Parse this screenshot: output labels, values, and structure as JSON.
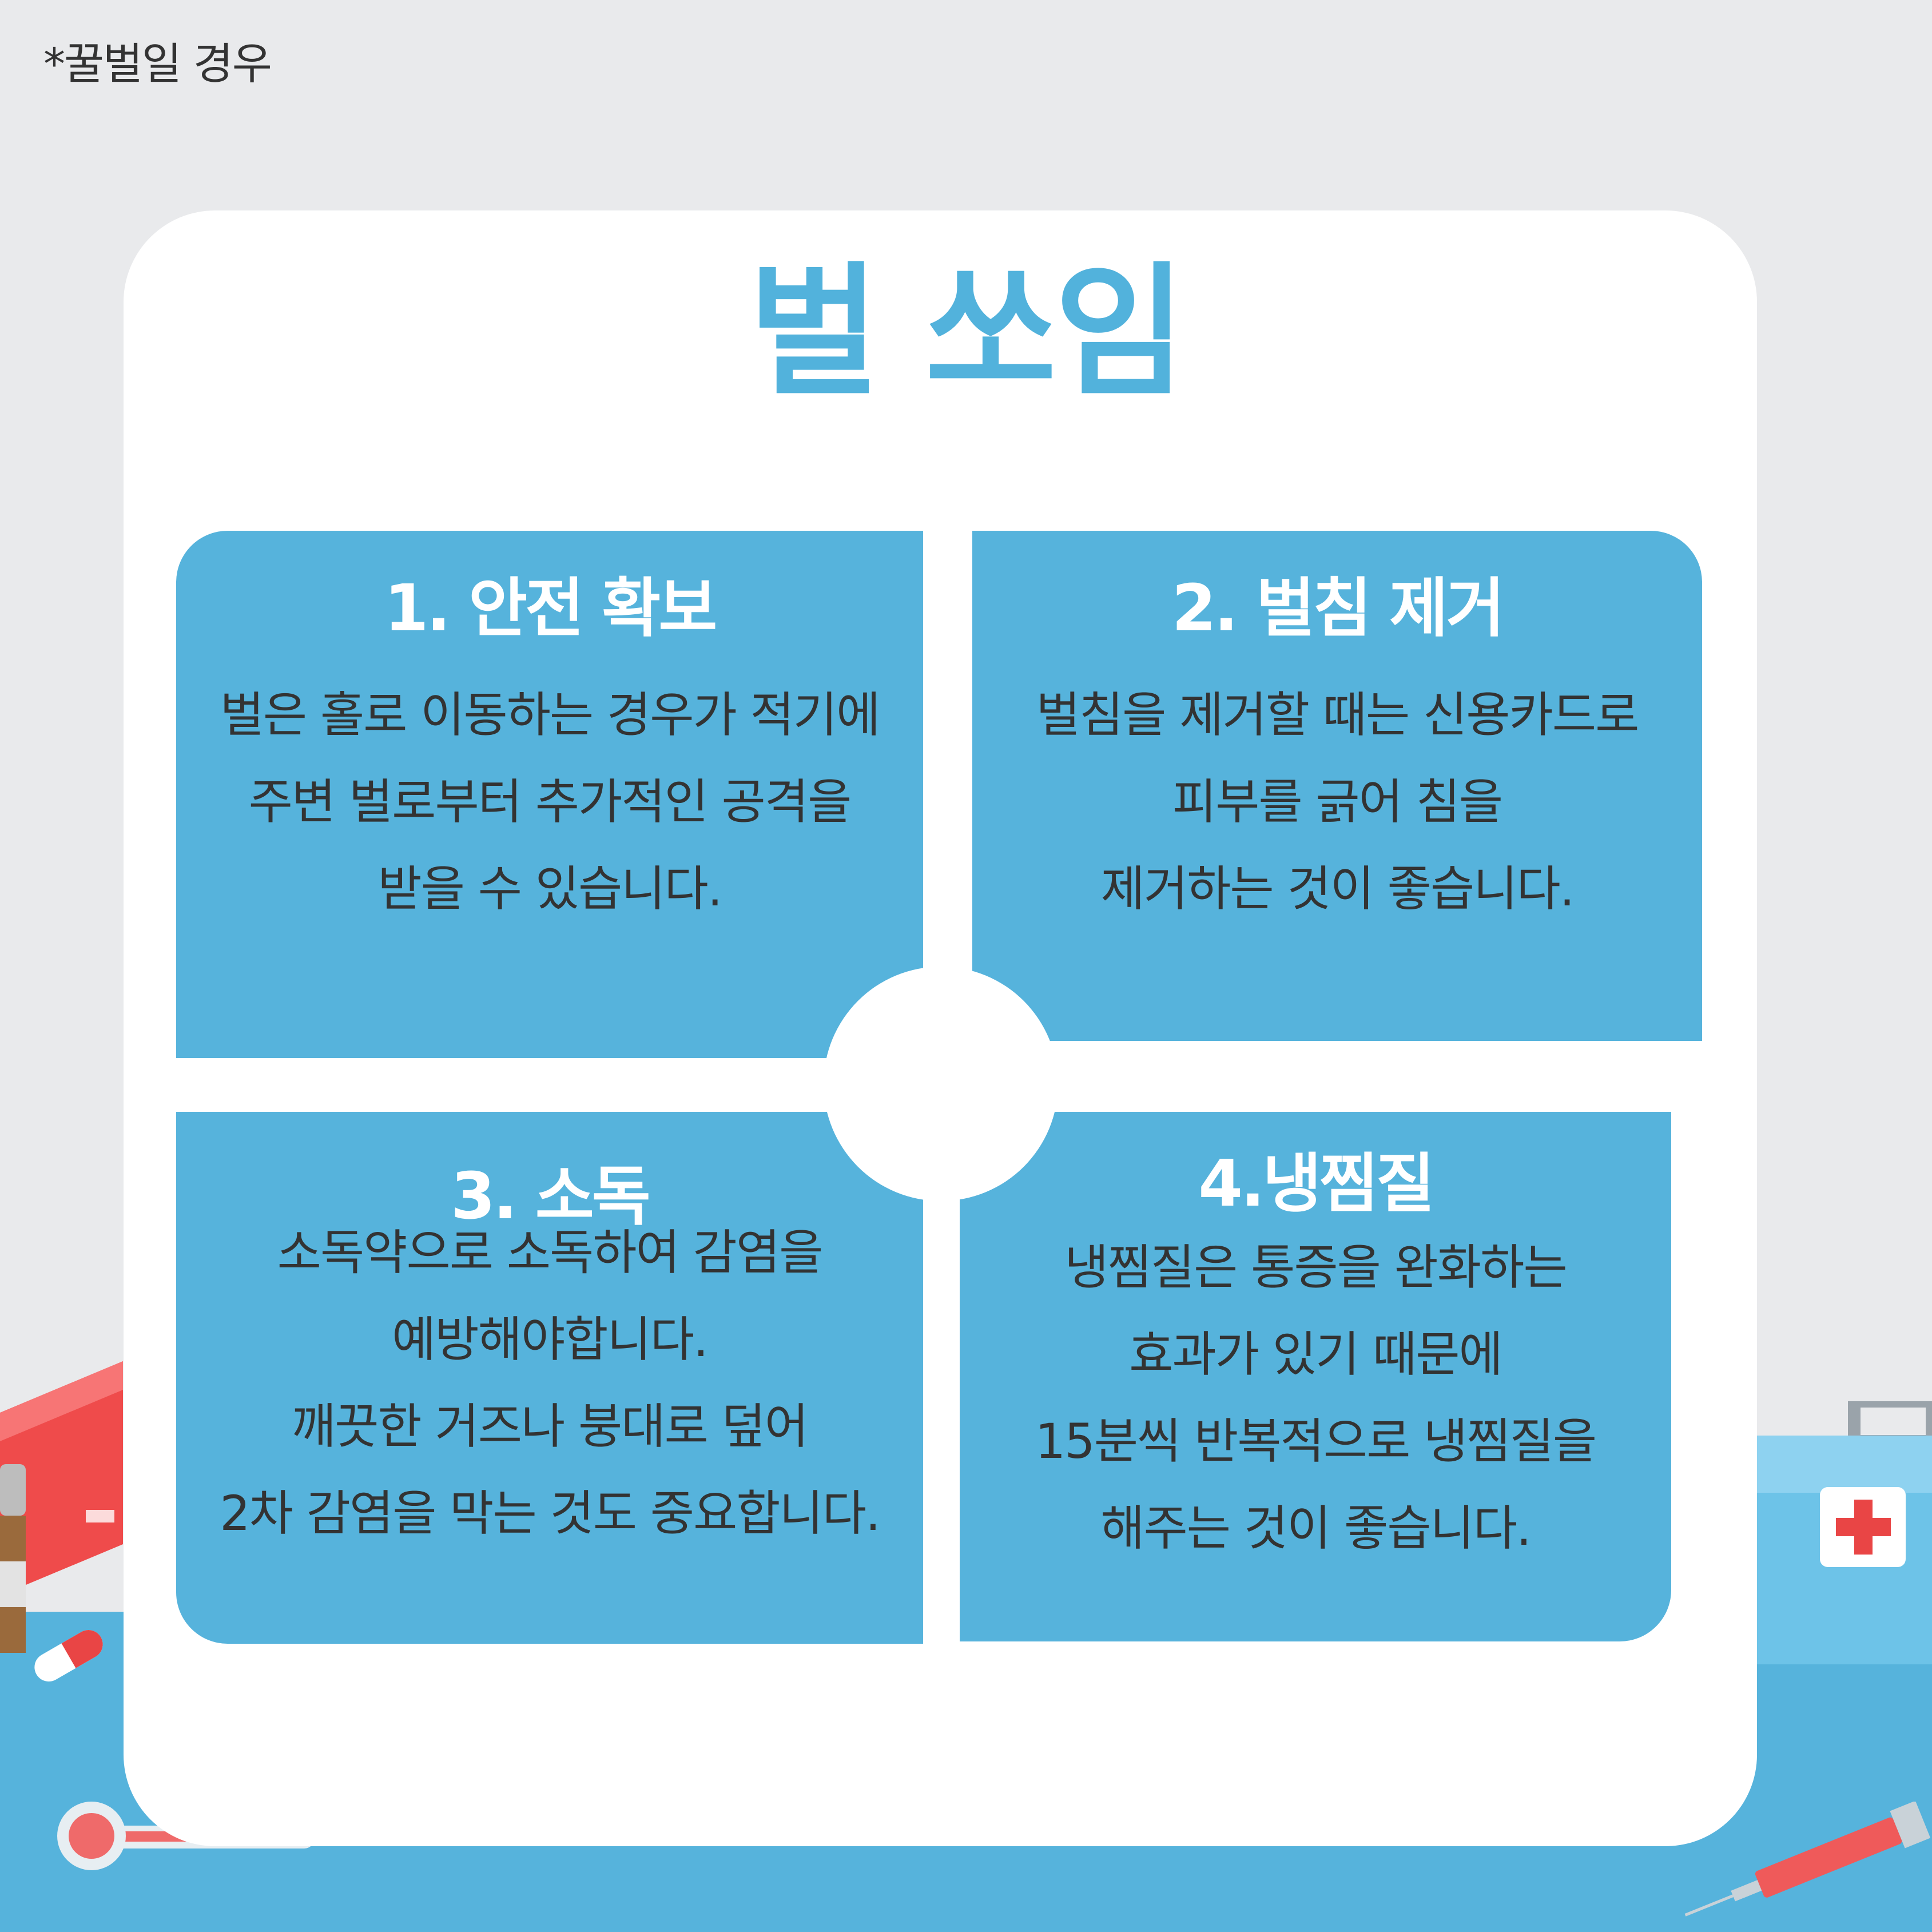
{
  "note": "*꿀벌일 경우",
  "title": "벌 쏘임",
  "panels": [
    {
      "heading": "1. 안전 확보",
      "lines": [
        "벌은 홀로 이동하는 경우가 적기에",
        "주변 벌로부터 추가적인 공격을",
        "받을 수 있습니다."
      ]
    },
    {
      "heading": "2. 벌침 제거",
      "lines": [
        "벌침을 제거할 때는 신용카드로",
        "피부를 긁어 침을",
        "제거하는 것이 좋습니다."
      ]
    },
    {
      "heading": "3. 소독",
      "lines": [
        "소독약으로 소독하여 감염을",
        "예방해야합니다.",
        "깨끗한 거즈나 붕대로 덮어",
        "2차 감염을 막는 것도 중요합니다."
      ]
    },
    {
      "heading": "4.냉찜질",
      "lines": [
        "냉찜질은 통증을 완화하는",
        "효과가 있기 때문에",
        "15분씩 반복적으로 냉찜질을",
        "해주는 것이 좋습니다."
      ]
    }
  ],
  "colors": {
    "accent": "#52b2dc",
    "panel": "#56b3dc",
    "background": "#e9eaec",
    "card": "#ffffff",
    "body_text": "#333333"
  },
  "icons": [
    "medicine-box-icon",
    "pill-bottle-icon",
    "capsule-icon",
    "thermometer-icon",
    "first-aid-kit-icon",
    "syringe-icon"
  ]
}
